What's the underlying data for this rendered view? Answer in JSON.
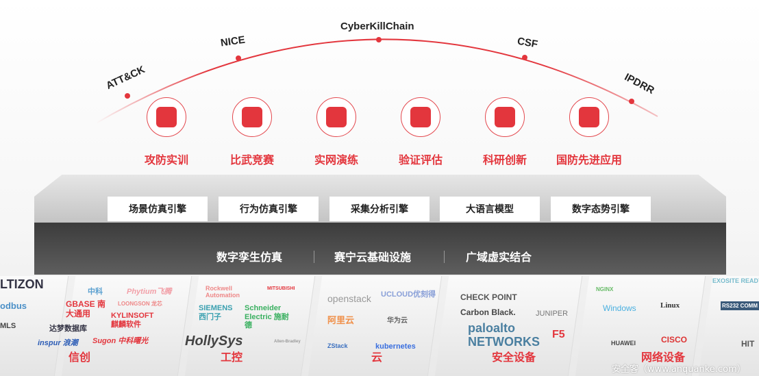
{
  "frameworks": [
    "ATT&CK",
    "NICE",
    "CyberKillChain",
    "CSF",
    "IPDRR"
  ],
  "scenarios": [
    {
      "label": "攻防实训",
      "icon": "attack-defense-icon"
    },
    {
      "label": "比武竞赛",
      "icon": "crossed-swords-icon"
    },
    {
      "label": "实网演练",
      "icon": "shield-star-icon"
    },
    {
      "label": "验证评估",
      "icon": "team-meeting-icon"
    },
    {
      "label": "科研创新",
      "icon": "research-document-icon"
    },
    {
      "label": "国防先进应用",
      "icon": "soldiers-icon"
    }
  ],
  "engines": [
    "场景仿真引擎",
    "行为仿真引擎",
    "采集分析引擎",
    "大语言模型",
    "数字态势引擎"
  ],
  "base": [
    "数字孪生仿真",
    "赛宁云基础设施",
    "广域虚实结合"
  ],
  "categories": [
    {
      "label": "信创",
      "logos": [
        "中科",
        "Phytium飞腾",
        "GBASE 南大通用",
        "LOONGSON 龙芯",
        "KYLINSOFT 麒麟软件",
        "达梦数据库",
        "inspur 浪潮",
        "Sugon 中科曙光"
      ]
    },
    {
      "label": "工控",
      "logos": [
        "Rockwell Automation",
        "MITSUBISHI",
        "SIEMENS 西门子",
        "Schneider Electric 施耐德",
        "HollySys",
        "Allen-Bradley"
      ]
    },
    {
      "label": "云",
      "logos": [
        "openstack",
        "UCLOUD优刻得",
        "阿里云",
        "华为云",
        "ZStack",
        "kubernetes"
      ]
    },
    {
      "label": "安全设备",
      "logos": [
        "CHECK POINT",
        "Carbon Black.",
        "JUNIPER",
        "paloalto NETWORKS",
        "F5"
      ]
    },
    {
      "label": "网络设备",
      "logos": [
        "NGINX",
        "Windows",
        "Linux",
        "HUAWEI",
        "CISCO"
      ]
    }
  ],
  "edge_logos_left": [
    "LTIZON",
    "odbus",
    "MLS"
  ],
  "edge_logos_right": [
    "EXOSITE READY",
    "RS232 COMM",
    "HIT"
  ],
  "watermark": "安全客（www.anquanke.com）",
  "accent": "#e3363d"
}
